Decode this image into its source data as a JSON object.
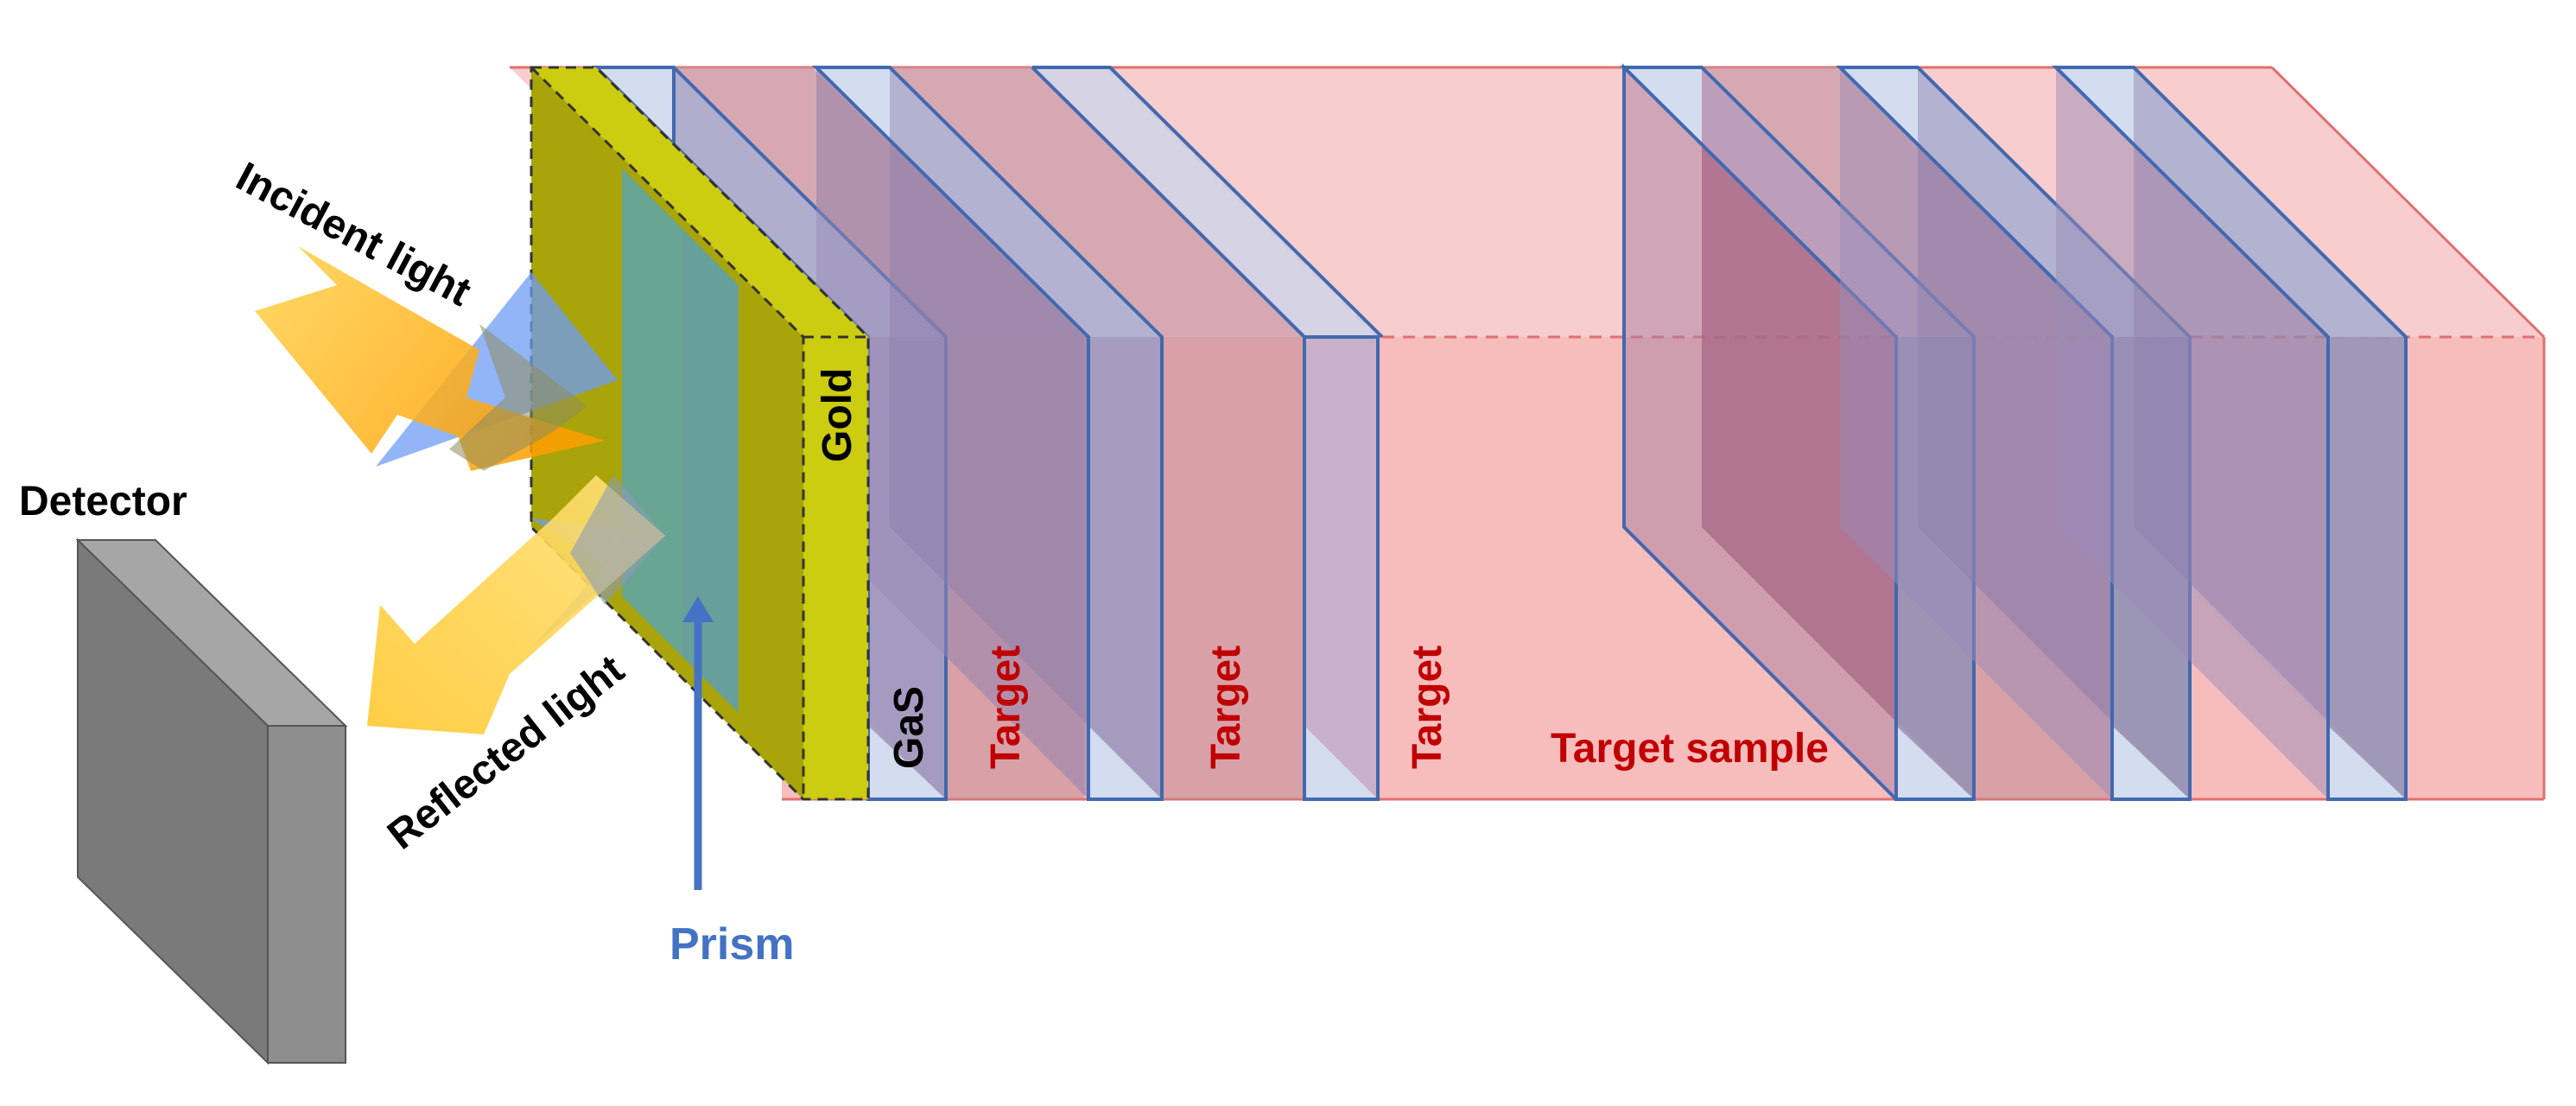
{
  "labels": {
    "detector": "Detector",
    "incident_light": "Incident light",
    "reflected_light": "Reflected light",
    "prism": "Prism",
    "gold": "Gold",
    "gas": "GaS",
    "target_1": "Target",
    "target_2": "Target",
    "target_3": "Target",
    "target_sample": "Target sample"
  },
  "colors": {
    "gold": "#cccc10",
    "gold_dark": "#a8a40a",
    "gas": "#c8d4ec",
    "target": "#c08a98",
    "sample_box": "#f0a8a8",
    "prism": "#5f9eaa",
    "incident_arrow": "#ffb000",
    "reflected_arrow": "#ffc830",
    "detector": "#7a7a7a",
    "label_red": "#c00000",
    "label_blue": "#4472c4"
  }
}
